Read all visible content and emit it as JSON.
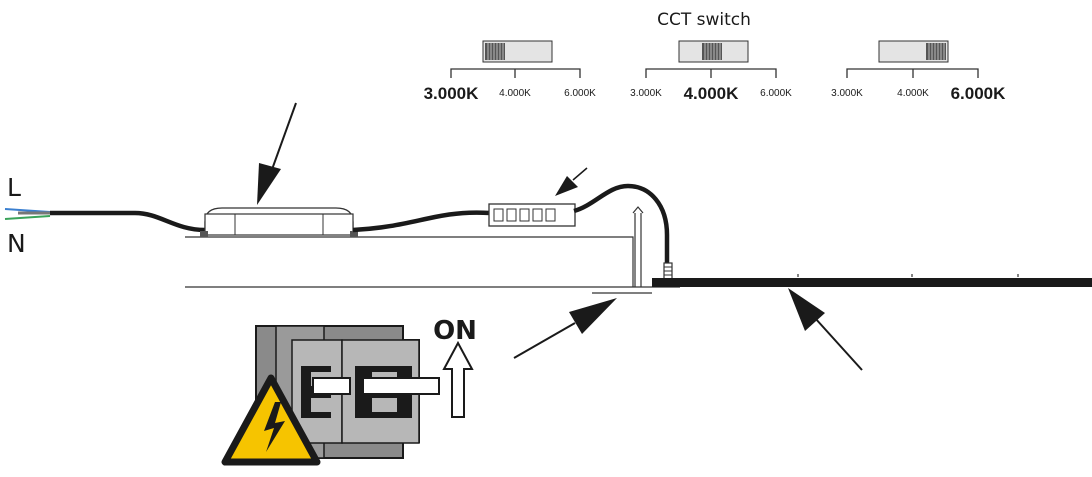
{
  "cct": {
    "title": "CCT switch",
    "groups": [
      {
        "labels": [
          "3.000K",
          "4.000K",
          "6.000K"
        ],
        "selected_index": 0
      },
      {
        "labels": [
          "3.000K",
          "4.000K",
          "6.000K"
        ],
        "selected_index": 1
      },
      {
        "labels": [
          "3.000K",
          "4.000K",
          "6.000K"
        ],
        "selected_index": 2
      }
    ]
  },
  "wires": {
    "live_label": "L",
    "neutral_label": "N"
  },
  "breaker": {
    "on_label": "ON"
  },
  "colors": {
    "line": "#1a1a1a",
    "muted_text": "#8c8c8c",
    "switch_fill": "#e4e4e4",
    "breaker_dark": "#8a8a8a",
    "breaker_light": "#b7b7b7",
    "warning_yellow": "#f6c400",
    "wire_blue": "#3a7fd0",
    "wire_green": "#3aa35a"
  }
}
